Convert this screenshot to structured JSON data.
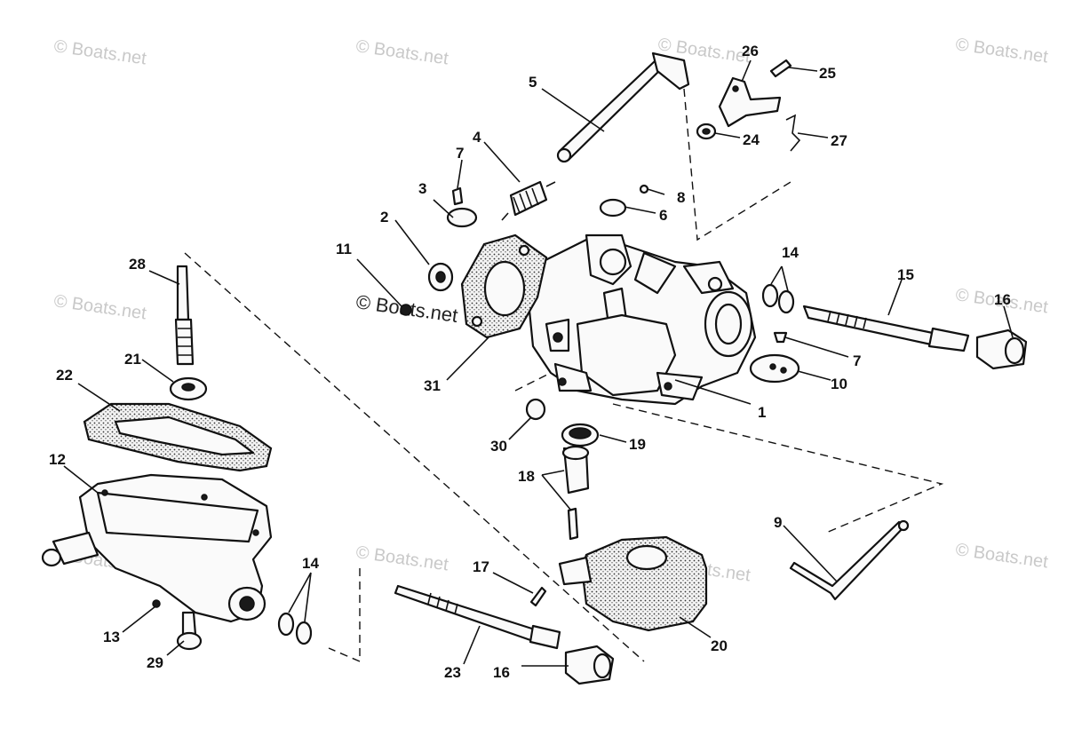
{
  "watermark": {
    "text": "© Boats.net"
  },
  "callouts": {
    "c1": "1",
    "c2": "2",
    "c3": "3",
    "c4": "4",
    "c5": "5",
    "c6": "6",
    "c7a": "7",
    "c7b": "7",
    "c8": "8",
    "c9": "9",
    "c10": "10",
    "c11": "11",
    "c12": "12",
    "c13": "13",
    "c14a": "14",
    "c14b": "14",
    "c15": "15",
    "c16a": "16",
    "c16b": "16",
    "c17": "17",
    "c18": "18",
    "c19": "19",
    "c20": "20",
    "c21": "21",
    "c22": "22",
    "c23": "23",
    "c24": "24",
    "c25": "25",
    "c26": "26",
    "c27": "27",
    "c28": "28",
    "c29": "29",
    "c30": "30",
    "c31": "31"
  }
}
